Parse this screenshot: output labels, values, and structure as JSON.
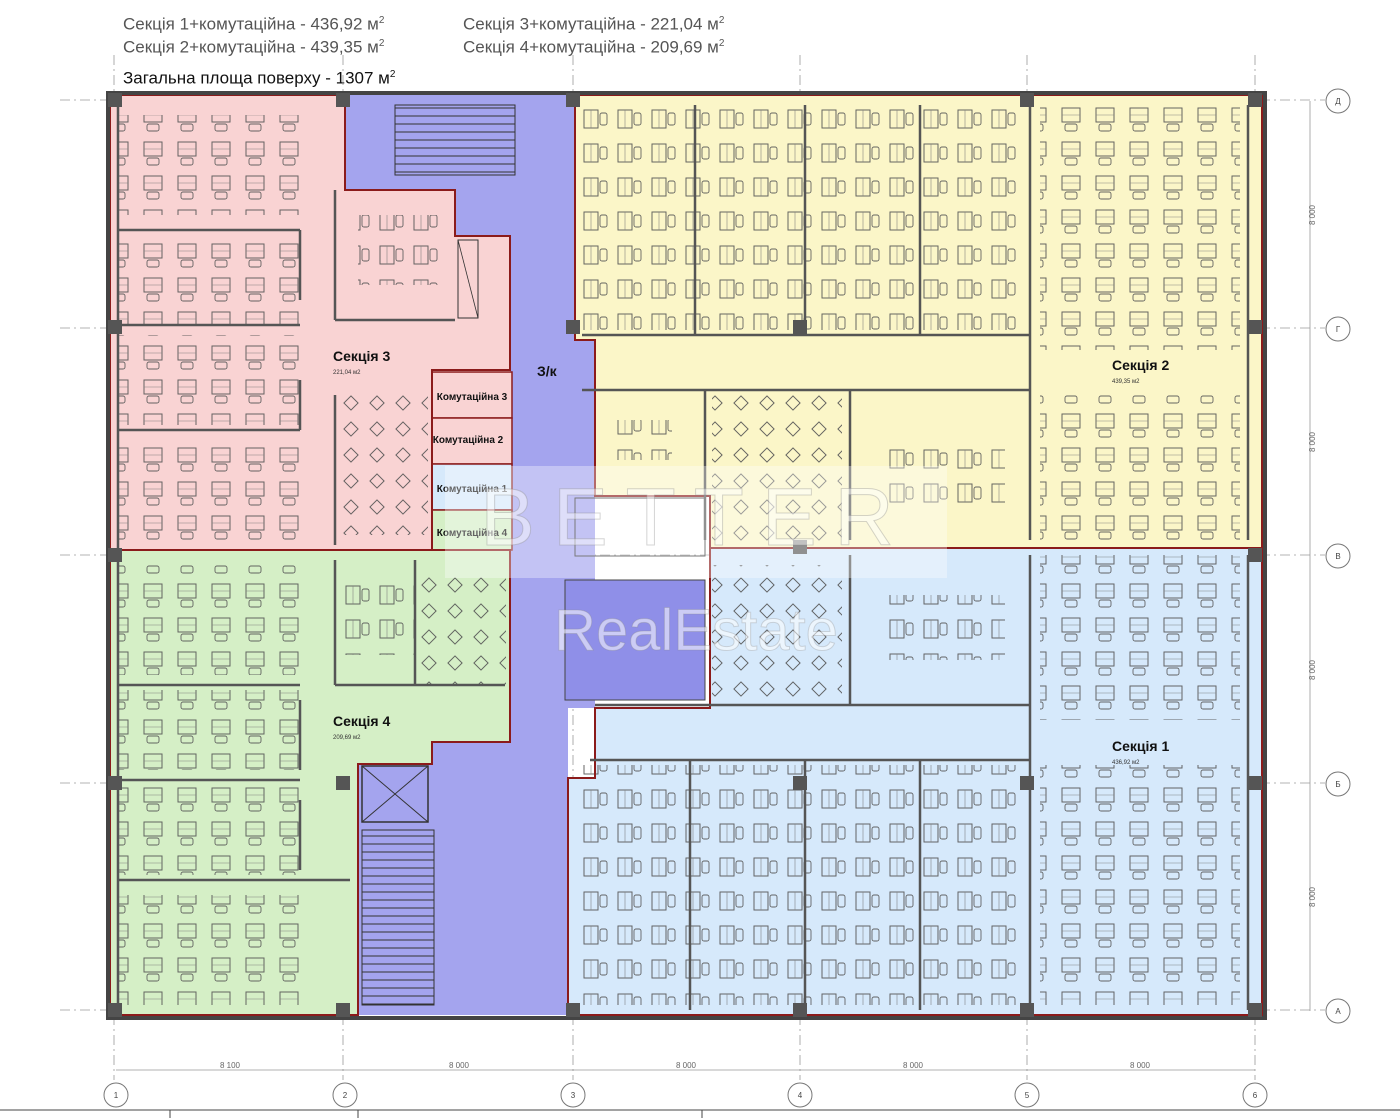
{
  "legend": {
    "line1_left": "Секція 1+комутаційна - 436,92 м",
    "line1_right": "Секція 3+комутаційна - 221,04 м",
    "line2_left": "Секція 2+комутаційна - 439,35 м",
    "line2_right": "Секція 4+комутаційна - 209,69 м",
    "total": "Загальна площа поверху - 1307 м",
    "sup": "2"
  },
  "rooms": {
    "section1": {
      "label": "Секція 1",
      "area": "436,92 м2",
      "color": "#d6e9fb"
    },
    "section2": {
      "label": "Секція 2",
      "area": "439,35 м2",
      "color": "#fbf6c8"
    },
    "section3": {
      "label": "Секція 3",
      "area": "221,04 м2",
      "color": "#f9d3d3"
    },
    "section4": {
      "label": "Секція 4",
      "area": "209,69 м2",
      "color": "#d5efc6"
    },
    "core": {
      "label": "З/к",
      "color": "#a4a4ee"
    }
  },
  "tech_rooms": [
    "Комутаційна 3",
    "Комутаційна 2",
    "Комутаційна 1",
    "Комутаційна 4"
  ],
  "grid": {
    "columns": [
      "1",
      "2",
      "3",
      "4",
      "5",
      "6"
    ],
    "rows": [
      "Д",
      "Г",
      "В",
      "Б",
      "А"
    ],
    "column_spans": [
      "8 100",
      "8 000",
      "8 000",
      "8 000",
      "8 000"
    ],
    "row_spans": [
      "8 000",
      "8 000",
      "8 000",
      "8 000"
    ]
  },
  "watermark": {
    "brand": "BETTER",
    "sub": "RealEstate"
  }
}
